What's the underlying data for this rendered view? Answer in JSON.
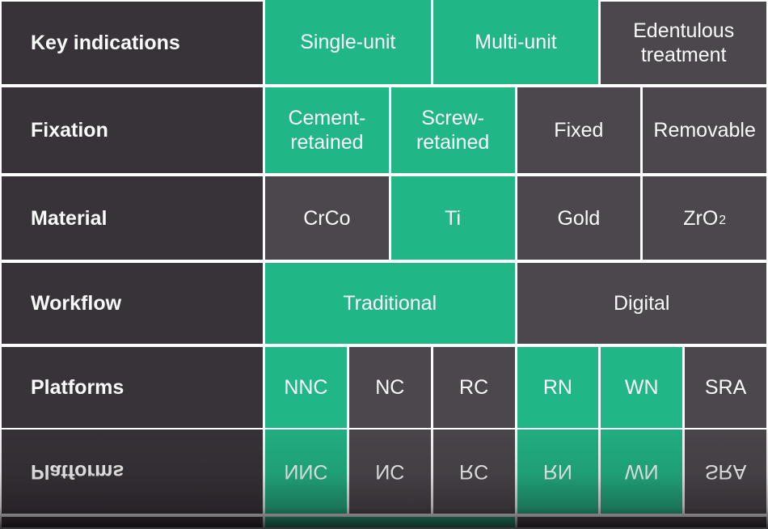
{
  "colors": {
    "highlight_green": "#21b686",
    "cell_dark": "#4c474c",
    "label_cell_dark": "#383338",
    "gap_background": "#ffffff",
    "text": "#fafafa"
  },
  "table": {
    "rows": [
      {
        "label": "Key indications",
        "cells": [
          {
            "text": "Single-unit",
            "highlighted": true
          },
          {
            "text": "Multi-unit",
            "highlighted": true
          },
          {
            "text": "Edentulous treatment",
            "highlighted": false
          }
        ]
      },
      {
        "label": "Fixation",
        "cells": [
          {
            "text": "Cement-retained",
            "highlighted": true
          },
          {
            "text": "Screw-retained",
            "highlighted": true
          },
          {
            "text": "Fixed",
            "highlighted": false
          },
          {
            "text": "Removable",
            "highlighted": false
          }
        ]
      },
      {
        "label": "Material",
        "cells": [
          {
            "text": "CrCo",
            "highlighted": false
          },
          {
            "text": "Ti",
            "highlighted": true
          },
          {
            "text": "Gold",
            "highlighted": false
          },
          {
            "text": "ZrO",
            "sub": "2",
            "highlighted": false
          }
        ]
      },
      {
        "label": "Workflow",
        "cells": [
          {
            "text": "Traditional",
            "highlighted": true
          },
          {
            "text": "Digital",
            "highlighted": false
          }
        ]
      },
      {
        "label": "Platforms",
        "cells": [
          {
            "text": "NNC",
            "highlighted": true
          },
          {
            "text": "NC",
            "highlighted": false
          },
          {
            "text": "RC",
            "highlighted": false
          },
          {
            "text": "RN",
            "highlighted": true
          },
          {
            "text": "WN",
            "highlighted": true
          },
          {
            "text": "SRA",
            "highlighted": false
          }
        ]
      }
    ]
  }
}
